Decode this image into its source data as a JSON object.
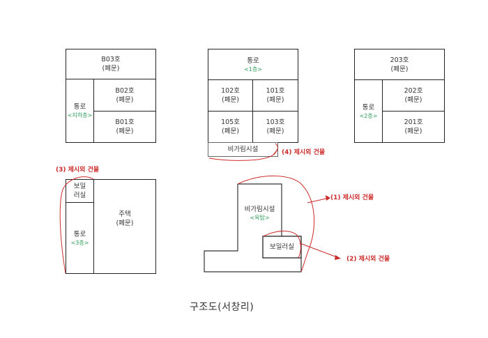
{
  "diagram": {
    "caption": "구조도(서창리)",
    "basement": {
      "top_cell": {
        "room": "B03호",
        "status": "(폐문)"
      },
      "corridor": {
        "label": "통로",
        "floor": "<지하층>"
      },
      "right_cells": [
        {
          "room": "B02호",
          "status": "(폐문)"
        },
        {
          "room": "B01호",
          "status": "(폐문)"
        }
      ]
    },
    "first_floor": {
      "top_cell": {
        "label": "통로",
        "floor": "<1층>"
      },
      "cells": [
        {
          "room": "102호",
          "status": "(폐문)"
        },
        {
          "room": "101호",
          "status": "(폐문)"
        },
        {
          "room": "105호",
          "status": "(폐문)"
        },
        {
          "room": "103호",
          "status": "(폐문)"
        }
      ],
      "annex": {
        "label": "비가림시설"
      },
      "annotation": "(4) 제시외 건물"
    },
    "second_floor": {
      "top_cell": {
        "room": "203호",
        "status": "(폐문)"
      },
      "corridor": {
        "label": "통로",
        "floor": "<2층>"
      },
      "right_cells": [
        {
          "room": "202호",
          "status": "(폐문)"
        },
        {
          "room": "201호",
          "status": "(폐문)"
        }
      ]
    },
    "third_floor": {
      "boiler": {
        "line1": "보일",
        "line2": "러실"
      },
      "corridor": {
        "label": "통로",
        "floor": "<3층>"
      },
      "house": {
        "label": "주택",
        "status": "(폐문)"
      },
      "annotation": "(3) 제시외 건물"
    },
    "rooftop": {
      "shelter": {
        "label": "비가림시설",
        "floor": "<옥탑>"
      },
      "boiler": {
        "label": "보일러실"
      },
      "annotation_1": "(1) 제시외 건물",
      "annotation_2": "(2) 제시외 건물"
    },
    "colors": {
      "line": "#222222",
      "floor_label": "#2e9a57",
      "annotation": "#cc2b2b"
    }
  }
}
